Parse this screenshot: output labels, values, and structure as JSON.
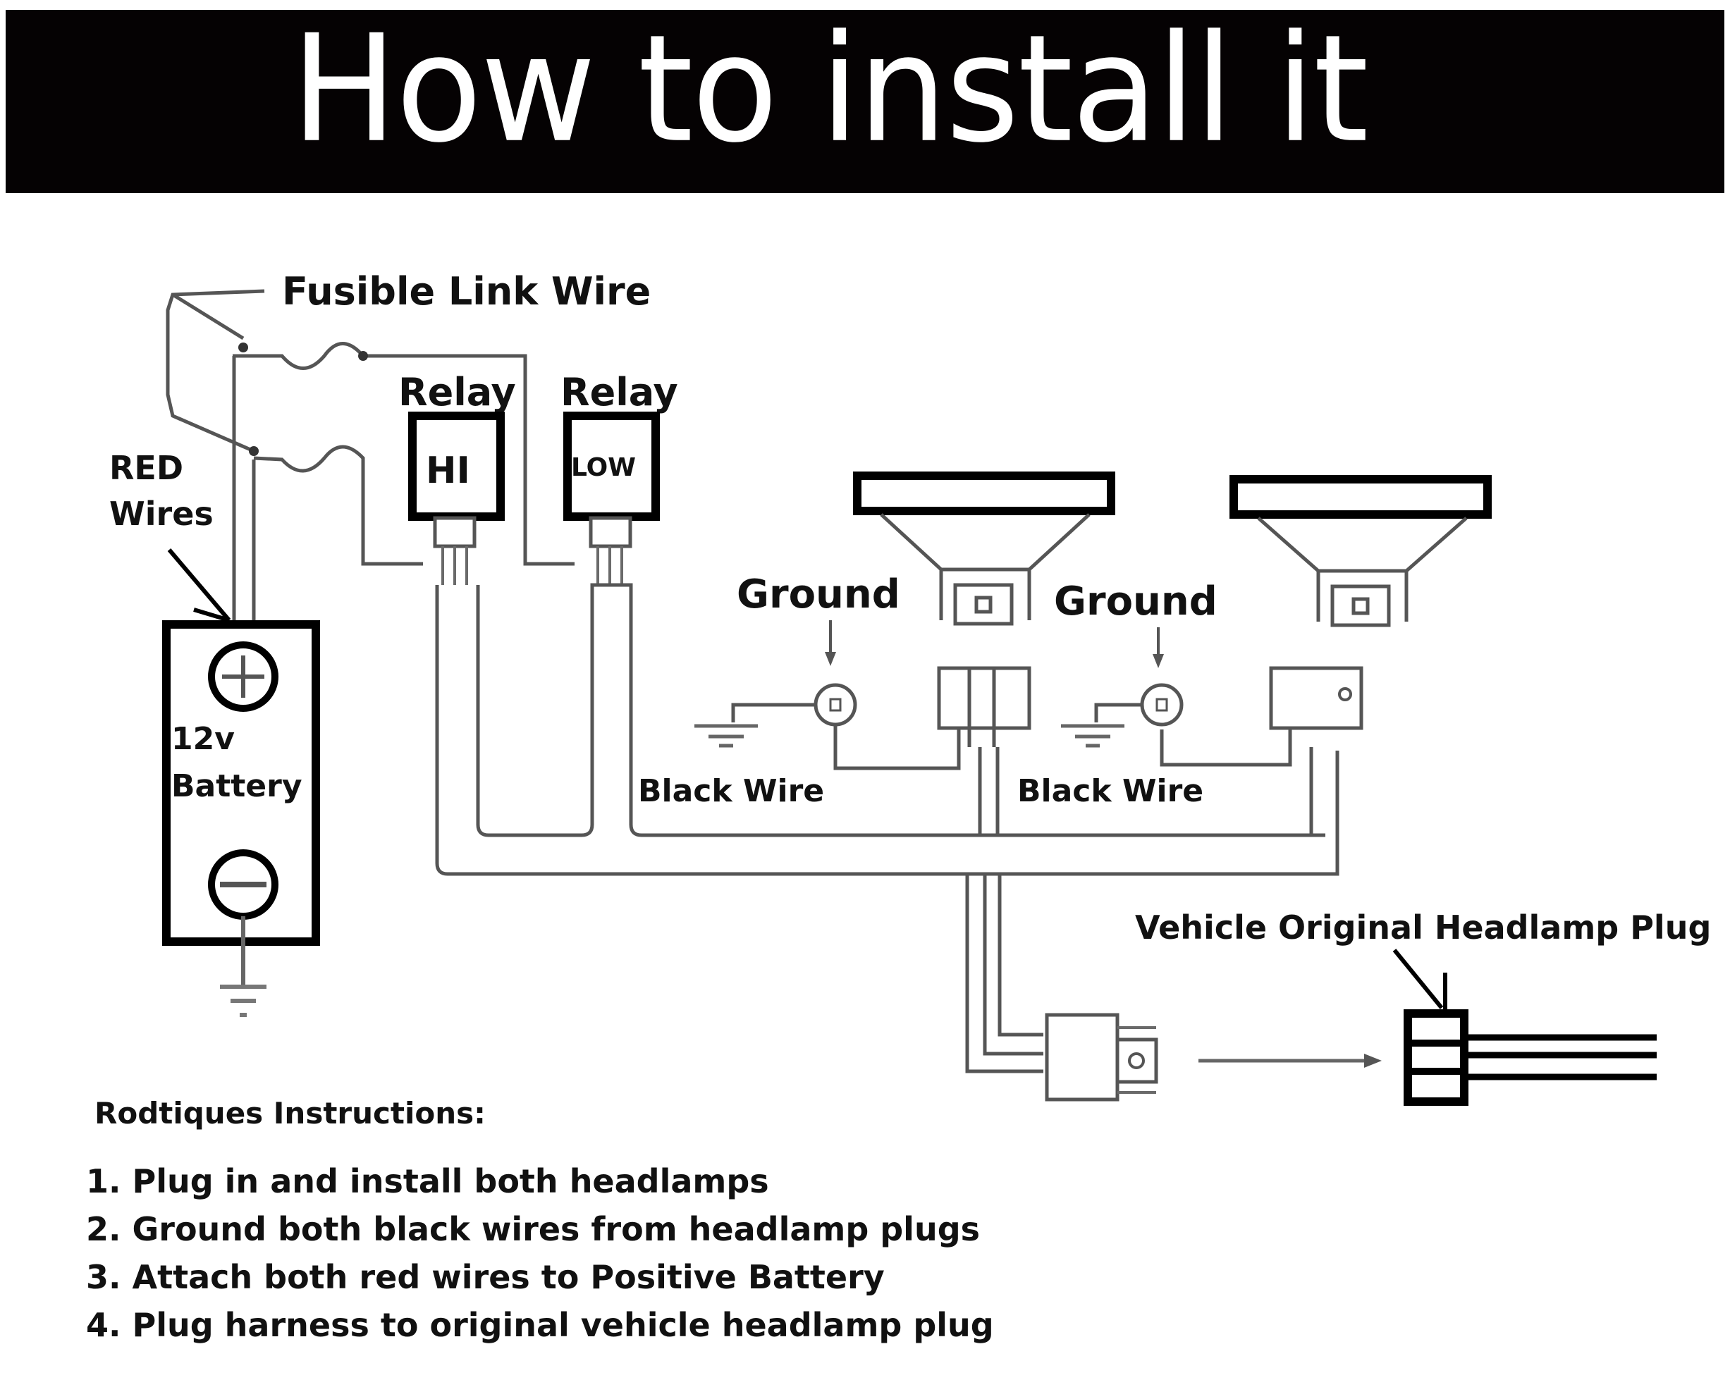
{
  "header": {
    "title": "How to install it"
  },
  "diagram": {
    "labels": {
      "fusible_link": "Fusible Link Wire",
      "red_wires_line1": "RED",
      "red_wires_line2": "Wires",
      "relay_hi_caption": "Relay",
      "relay_low_caption": "Relay",
      "relay_hi": "HI",
      "relay_low": "LOW",
      "battery_line1": "12v",
      "battery_line2": "Battery",
      "ground_left": "Ground",
      "ground_right": "Ground",
      "black_wire_left": "Black Wire",
      "black_wire_right": "Black Wire",
      "vehicle_plug": "Vehicle Original Headlamp Plug"
    },
    "battery_terminals": {
      "positive": "+",
      "negative": "−"
    }
  },
  "instructions": {
    "heading": "Rodtiques Instructions:",
    "steps": [
      "1. Plug in and install both headlamps",
      "2. Ground both black wires from headlamp plugs",
      "3. Attach both red wires to Positive Battery",
      "4. Plug harness to original vehicle headlamp plug"
    ]
  }
}
